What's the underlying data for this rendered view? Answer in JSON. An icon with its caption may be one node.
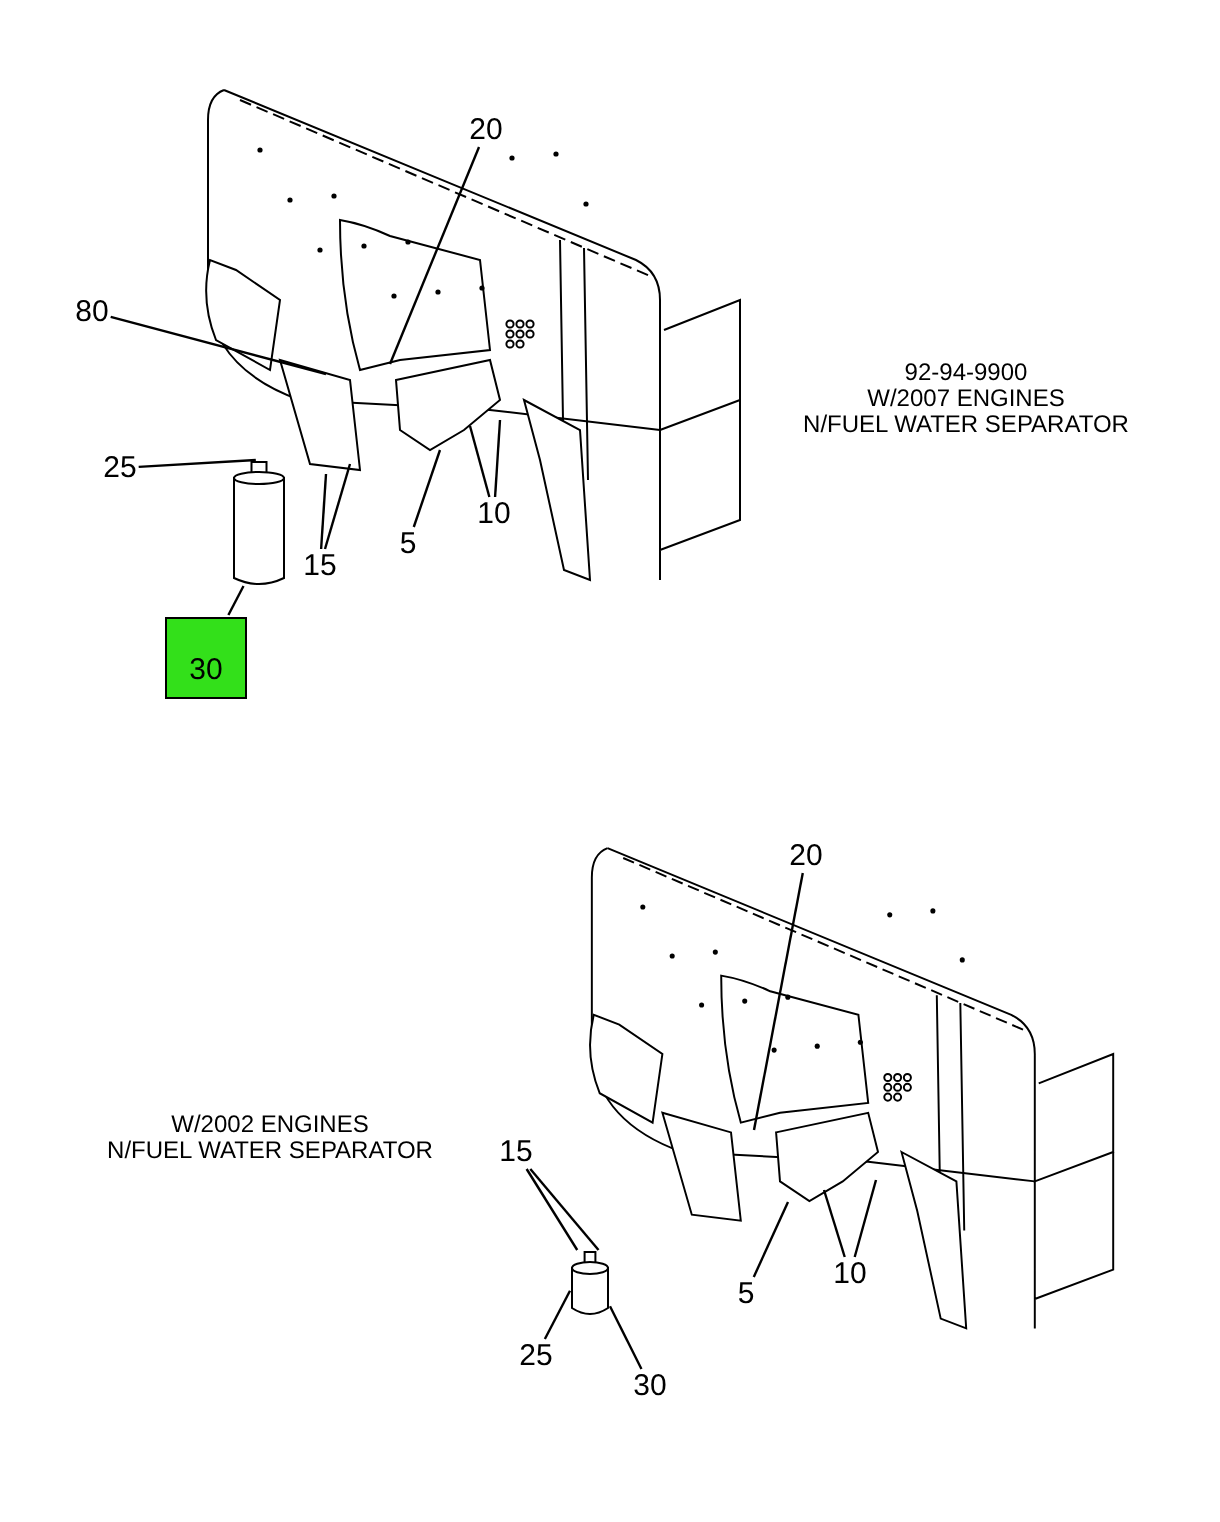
{
  "diagram": {
    "nodes": [
      {
        "text": [
          "20"
        ]
      },
      {
        "text": [
          "80"
        ]
      },
      {
        "text": [
          "25"
        ]
      },
      {
        "text": [
          "15"
        ]
      },
      {
        "text": [
          "5"
        ]
      },
      {
        "text": [
          "10"
        ]
      },
      {
        "text": [
          "30"
        ]
      },
      {
        "text": [
          "20"
        ]
      },
      {
        "text": [
          "15"
        ]
      },
      {
        "text": [
          "5"
        ]
      },
      {
        "text": [
          "10"
        ]
      },
      {
        "text": [
          "25"
        ]
      },
      {
        "text": [
          "30"
        ]
      },
      {
        "text": [],
        "shape": "cylinder"
      },
      {
        "text": [],
        "shape": "cylinder"
      }
    ],
    "edges": [
      {
        "from": 0,
        "to": null,
        "arrow": "none"
      },
      {
        "from": 1,
        "to": null,
        "arrow": "none"
      },
      {
        "from": 2,
        "to": 13,
        "arrow": "none"
      },
      {
        "from": 3,
        "to": null,
        "arrow": "none"
      },
      {
        "from": 3,
        "to": null,
        "arrow": "none"
      },
      {
        "from": 4,
        "to": null,
        "arrow": "none"
      },
      {
        "from": 5,
        "to": null,
        "arrow": "none"
      },
      {
        "from": 5,
        "to": null,
        "arrow": "none"
      },
      {
        "from": 6,
        "to": 13,
        "arrow": "none"
      },
      {
        "from": 7,
        "to": null,
        "arrow": "none"
      },
      {
        "from": 8,
        "to": 14,
        "arrow": "none"
      },
      {
        "from": 8,
        "to": 14,
        "arrow": "none"
      },
      {
        "from": 9,
        "to": null,
        "arrow": "none"
      },
      {
        "from": 10,
        "to": null,
        "arrow": "none"
      },
      {
        "from": 10,
        "to": null,
        "arrow": "none"
      },
      {
        "from": 11,
        "to": 14,
        "arrow": "none"
      },
      {
        "from": 12,
        "to": 14,
        "arrow": "none"
      }
    ],
    "labels": [
      "92-94-9900",
      "W/2007 ENGINES",
      "N/FUEL WATER SEPARATOR",
      "W/2002 ENGINES",
      "N/FUEL WATER SEPARATOR"
    ]
  }
}
